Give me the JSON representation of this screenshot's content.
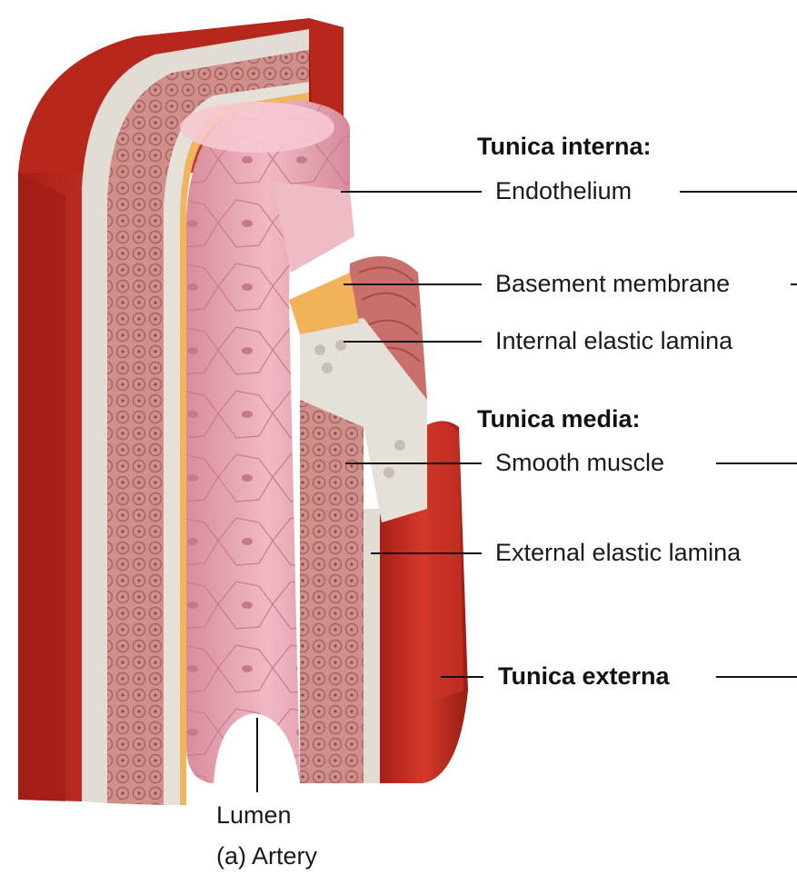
{
  "labels": {
    "tunica_interna": "Tunica interna:",
    "endothelium": "Endothelium",
    "basement_membrane": "Basement membrane",
    "internal_elastic_lamina": "Internal elastic lamina",
    "tunica_media": "Tunica media:",
    "smooth_muscle": "Smooth muscle",
    "external_elastic_lamina": "External elastic lamina",
    "tunica_externa": "Tunica externa",
    "lumen": "Lumen",
    "caption": "(a) Artery"
  },
  "colors": {
    "externa": "#c62a1e",
    "externa_dark": "#8f1a12",
    "lamina": "#ddd8cf",
    "media": "#c98a86",
    "endothelium": "#e9a7b3",
    "basement": "#f2b25a"
  }
}
